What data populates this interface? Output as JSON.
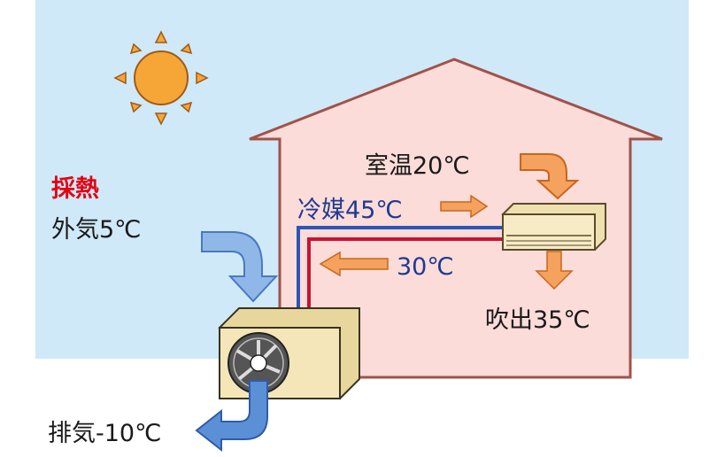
{
  "labels": {
    "collect_heat": "採熱",
    "outside_air": "外気5℃",
    "room_temp": "室温20℃",
    "refrigerant": "冷媒45℃",
    "return_temp": "30℃",
    "blowout": "吹出35℃",
    "exhaust": "排気-10℃"
  },
  "colors": {
    "sky": "#cfe9f8",
    "house_fill": "#fbdcd8",
    "house_outline": "#a0524a",
    "accent_red": "#e60012",
    "text_blue": "#1f3a93",
    "warm_arrow": "#f4a25e",
    "cold_arrow": "#5b8fd6",
    "pipe_blue": "#2b55b8",
    "pipe_red": "#cc1133",
    "unit_fill": "#f4e6b8",
    "sun": "#f6a637"
  },
  "icons": [
    "sun-icon",
    "outdoor-unit-icon",
    "fan-icon",
    "indoor-unit-icon"
  ]
}
